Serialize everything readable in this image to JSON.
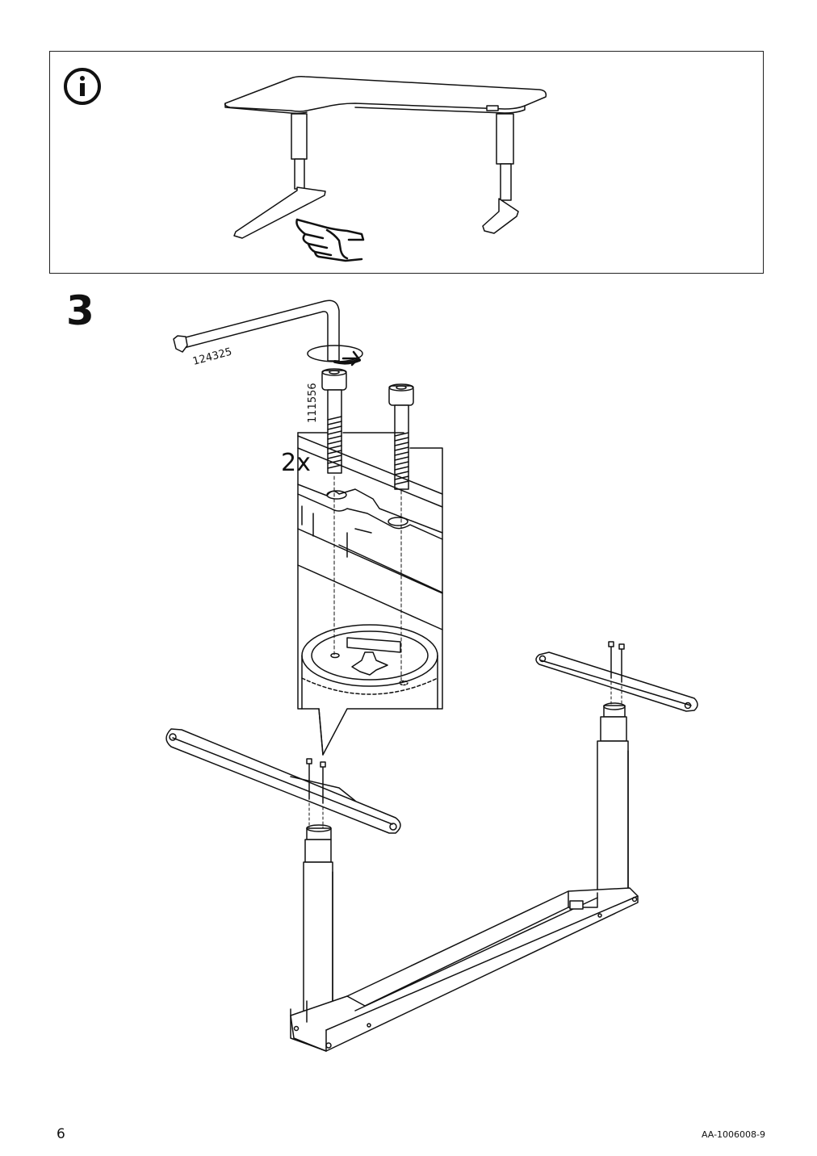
{
  "info": {
    "icon": "info-icon"
  },
  "step": {
    "number": "3"
  },
  "parts": {
    "allen_key_id": "124325",
    "screw_id": "111556",
    "screw_qty": "2x"
  },
  "footer": {
    "page_number": "6",
    "doc_code": "AA-1006008-9"
  }
}
